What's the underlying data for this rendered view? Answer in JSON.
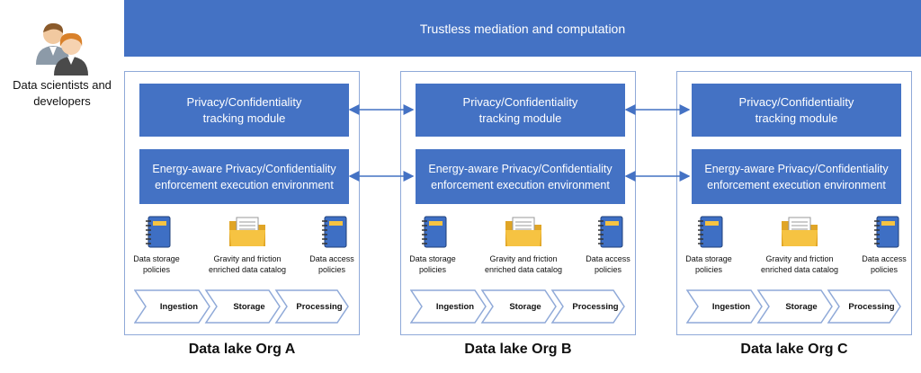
{
  "banner": {
    "label": "Trustless mediation and computation"
  },
  "users": {
    "label_line1": "Data scientists and",
    "label_line2": "developers",
    "icon": "users-icon"
  },
  "colors": {
    "accent": "#4472c4",
    "border": "#8fa9d8",
    "folder": "#f6c342",
    "notebook": "#3e6fc4"
  },
  "orgs": [
    {
      "title": "Data lake Org A",
      "tracking": {
        "line1": "Privacy/Confidentiality",
        "line2": "tracking module"
      },
      "enforcement": {
        "line1": "Energy-aware Privacy/Confidentiality",
        "line2": "enforcement execution environment"
      },
      "storage_policies": {
        "line1": "Data storage",
        "line2": "policies"
      },
      "catalog": {
        "line1": "Gravity and friction",
        "line2": "enriched data catalog"
      },
      "access_policies": {
        "line1": "Data access",
        "line2": "policies"
      },
      "steps": [
        "Ingestion",
        "Storage",
        "Processing"
      ]
    },
    {
      "title": "Data lake Org B",
      "tracking": {
        "line1": "Privacy/Confidentiality",
        "line2": "tracking module"
      },
      "enforcement": {
        "line1": "Energy-aware Privacy/Confidentiality",
        "line2": "enforcement execution environment"
      },
      "storage_policies": {
        "line1": "Data storage",
        "line2": "policies"
      },
      "catalog": {
        "line1": "Gravity and friction",
        "line2": "enriched data catalog"
      },
      "access_policies": {
        "line1": "Data access",
        "line2": "policies"
      },
      "steps": [
        "Ingestion",
        "Storage",
        "Processing"
      ]
    },
    {
      "title": "Data lake Org C",
      "tracking": {
        "line1": "Privacy/Confidentiality",
        "line2": "tracking module"
      },
      "enforcement": {
        "line1": "Energy-aware Privacy/Confidentiality",
        "line2": "enforcement execution environment"
      },
      "storage_policies": {
        "line1": "Data storage",
        "line2": "policies"
      },
      "catalog": {
        "line1": "Gravity and friction",
        "line2": "enriched data catalog"
      },
      "access_policies": {
        "line1": "Data access",
        "line2": "policies"
      },
      "steps": [
        "Ingestion",
        "Storage",
        "Processing"
      ]
    }
  ]
}
